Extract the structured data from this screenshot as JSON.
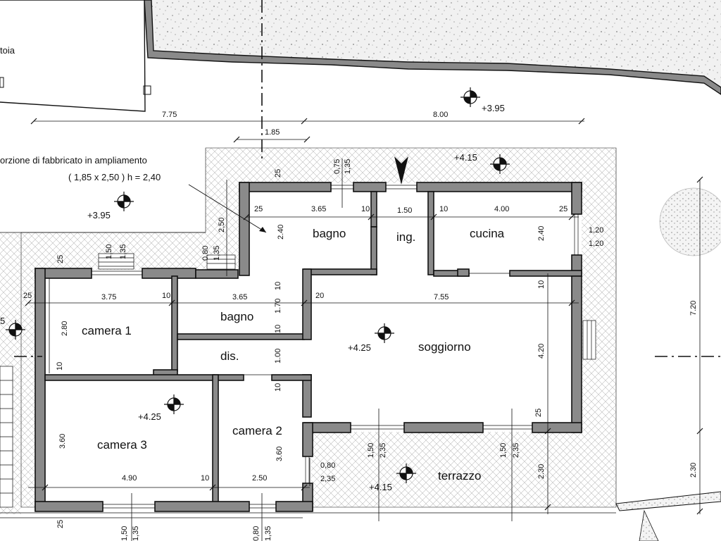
{
  "rooms": {
    "bagno_top": "bagno",
    "ing": "ing.",
    "cucina": "cucina",
    "bagno_mid": "bagno",
    "camera1": "camera 1",
    "dis": "dis.",
    "soggiorno": "soggiorno",
    "camera3": "camera 3",
    "camera2": "camera 2",
    "terrazzo": "terrazzo"
  },
  "neighbor_label": "toia",
  "note": {
    "line1": "orzione di fabbricato in ampliamento",
    "line2": "( 1,85 x 2,50 )  h = 2,40"
  },
  "elevations": {
    "e1": "+3.95",
    "e2": "+4.15",
    "e3": "+3.95",
    "e4": "+4.25",
    "e5": "+4.25",
    "e6": "+4.15",
    "e7": "5"
  },
  "dims_top": {
    "d775": "7.75",
    "d800": "8.00",
    "d185": "1.85"
  },
  "dims_plan": {
    "t25a": "25",
    "t075": "0,75",
    "t135a": "1,35",
    "t250": "2,50",
    "t25b": "25",
    "t365a": "3.65",
    "t10a": "10",
    "t150a": "1.50",
    "t10b": "10",
    "t400": "4.00",
    "t25c": "25",
    "t240a": "2.40",
    "t240b": "2.40",
    "t120a": "1,20",
    "t120b": "1,20",
    "t25d": "25",
    "t150b": "1,50",
    "t135b": "1,35",
    "t080a": "0,80",
    "t135c": "1,35",
    "t25e": "25",
    "t375": "3.75",
    "t10c": "10",
    "t365b": "3.65",
    "t10d": "10",
    "t20": "20",
    "t755": "7.55",
    "t10e": "10",
    "t280": "2.80",
    "t170": "1.70",
    "t10f": "10",
    "t100": "1.00",
    "t10g": "10",
    "t420": "4.20",
    "t10h": "10",
    "t25f": "25",
    "t360a": "3.60",
    "t360b": "3.60",
    "t150c": "1,50",
    "t235a": "2,35",
    "t150d": "1,50",
    "t235b": "2,35",
    "t080b": "0,80",
    "t235c": "2,35",
    "t490": "4.90",
    "t10i": "10",
    "t250b": "2.50",
    "t230a": "2.30",
    "t230b": "2.30",
    "t720": "7.20",
    "t25g": "25",
    "t150e": "1,50",
    "t135d": "1,35",
    "t080c": "0,80",
    "t135e": "1,35"
  }
}
